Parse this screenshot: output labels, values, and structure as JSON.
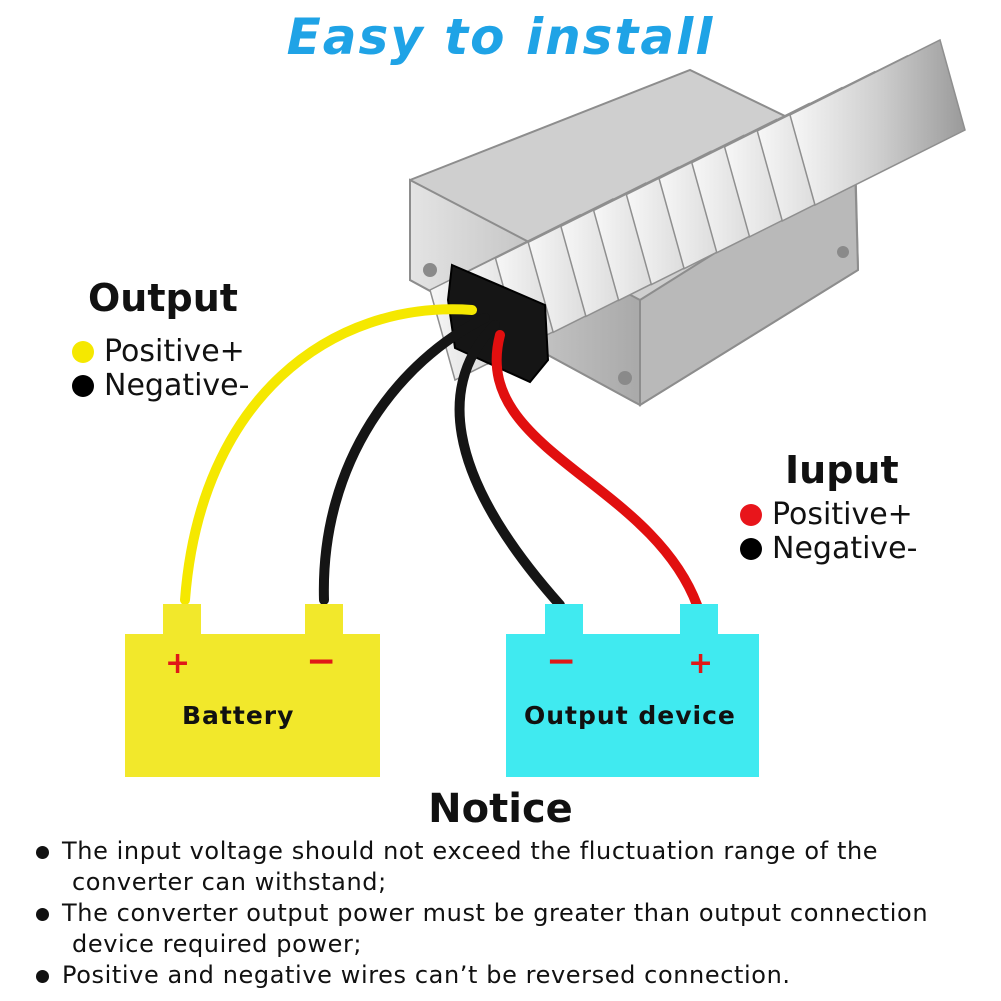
{
  "title": "Easy to install",
  "output_legend": {
    "heading": "Output",
    "items": [
      {
        "label": "Positive+",
        "color": "#f5e800"
      },
      {
        "label": "Negative-",
        "color": "#000000"
      }
    ]
  },
  "input_legend": {
    "heading": "Iuput",
    "items": [
      {
        "label": "Positive+",
        "color": "#e8151b"
      },
      {
        "label": "Negative-",
        "color": "#000000"
      }
    ]
  },
  "battery": {
    "label": "Battery",
    "positive_symbol": "+",
    "negative_symbol": "−",
    "color": "#f2e82b"
  },
  "output_device": {
    "label": "Output device",
    "positive_symbol": "+",
    "negative_symbol": "−",
    "color": "#40eaf0"
  },
  "notice": {
    "title": "Notice",
    "items": [
      {
        "line1": "The input voltage should not exceed the fluctuation range of the",
        "line2": "converter can withstand;"
      },
      {
        "line1": "The converter output power must be greater than output connection",
        "line2": "device required power;"
      },
      {
        "line1": "Positive and negative wires can’t be reversed connection.",
        "line2": ""
      }
    ]
  },
  "colors": {
    "title": "#1fa3e6",
    "wire_yellow": "#f5e800",
    "wire_black": "#151515",
    "wire_red": "#e10f0f",
    "terminal_symbol": "#e01818",
    "housing": "#d8d8d8"
  }
}
